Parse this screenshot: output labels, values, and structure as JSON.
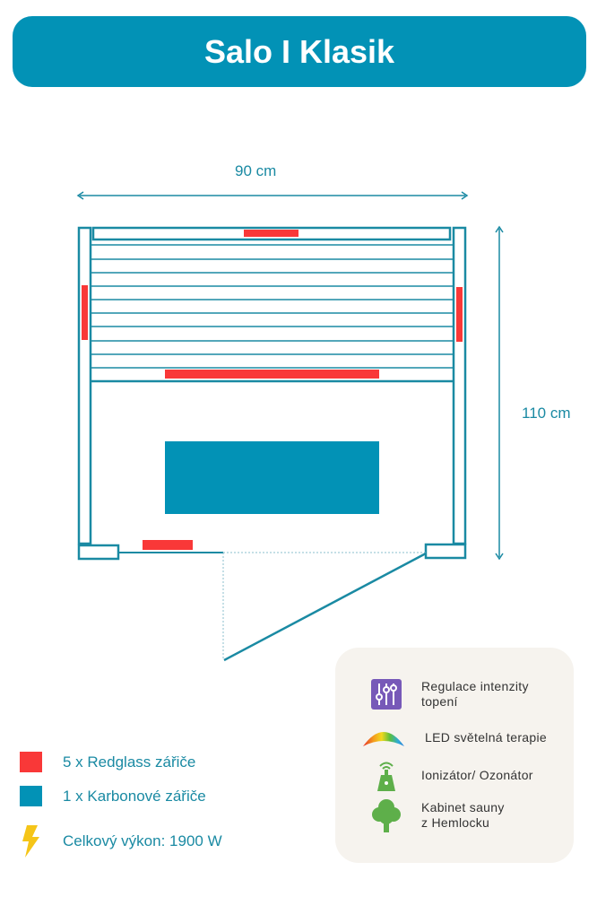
{
  "title": "Salo I Klasik",
  "dimensions": {
    "width": "90 cm",
    "depth": "110 cm"
  },
  "legend": [
    {
      "label": "5 x Redglass zářiče",
      "color": "#f93838"
    },
    {
      "label": "1 x Karbonové zářiče",
      "color": "#0292b6"
    },
    {
      "label": "Celkový výkon: 1900 W",
      "icon": "lightning-icon"
    }
  ],
  "features": [
    {
      "label": "Regulace intenzity topení",
      "icon": "sliders-icon"
    },
    {
      "label": "LED světelná terapie",
      "icon": "rainbow-icon"
    },
    {
      "label": "Ionizátor/ Ozonátor",
      "icon": "ionizer-icon"
    },
    {
      "label": "Kabinet sauny z Hemlocku",
      "icon": "tree-icon"
    }
  ],
  "colors": {
    "primary": "#0292b6",
    "heater": "#f93838",
    "outline": "#1a8aa3"
  }
}
